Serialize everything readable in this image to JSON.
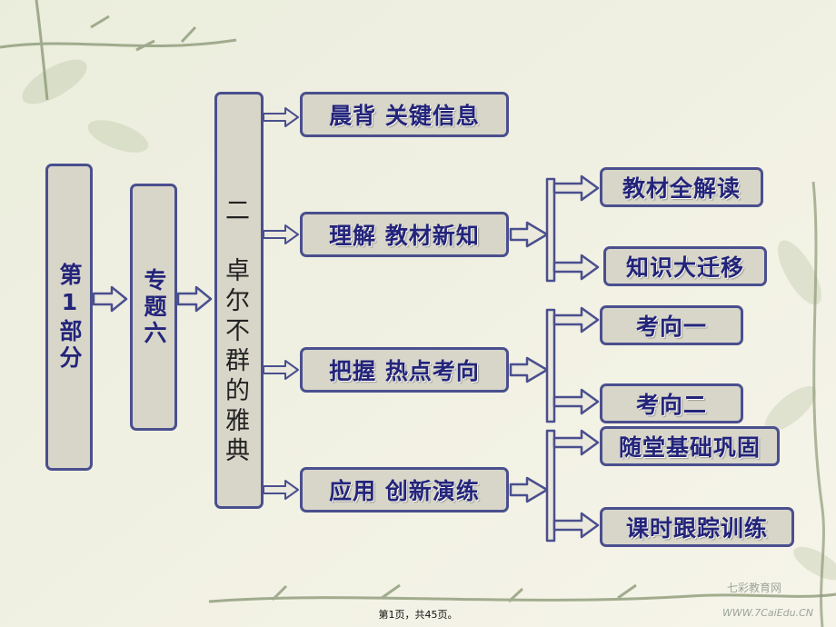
{
  "diagram": {
    "part": "第1部分",
    "topic": "专题六",
    "chapter": "二　卓尔不群的雅典",
    "branches": [
      {
        "label": "晨背  关键信息",
        "subs": []
      },
      {
        "label": "理解  教材新知",
        "subs": [
          "教材全解读",
          "知识大迁移"
        ]
      },
      {
        "label": "把握  热点考向",
        "subs": [
          "考向一",
          "考向二"
        ]
      },
      {
        "label": "应用  创新演练",
        "subs": [
          "随堂基础巩固",
          "课时跟踪训练"
        ]
      }
    ]
  },
  "footer": {
    "page_info": "第1页，共45页。"
  },
  "watermark": {
    "site_name": "七彩教育网",
    "site_url": "WWW.7CaiEdu.CN"
  },
  "colors": {
    "box_fill": "#d8d6c9",
    "box_border": "#4a4f8e",
    "text": "#23247a",
    "background": "#f6f4e9"
  }
}
